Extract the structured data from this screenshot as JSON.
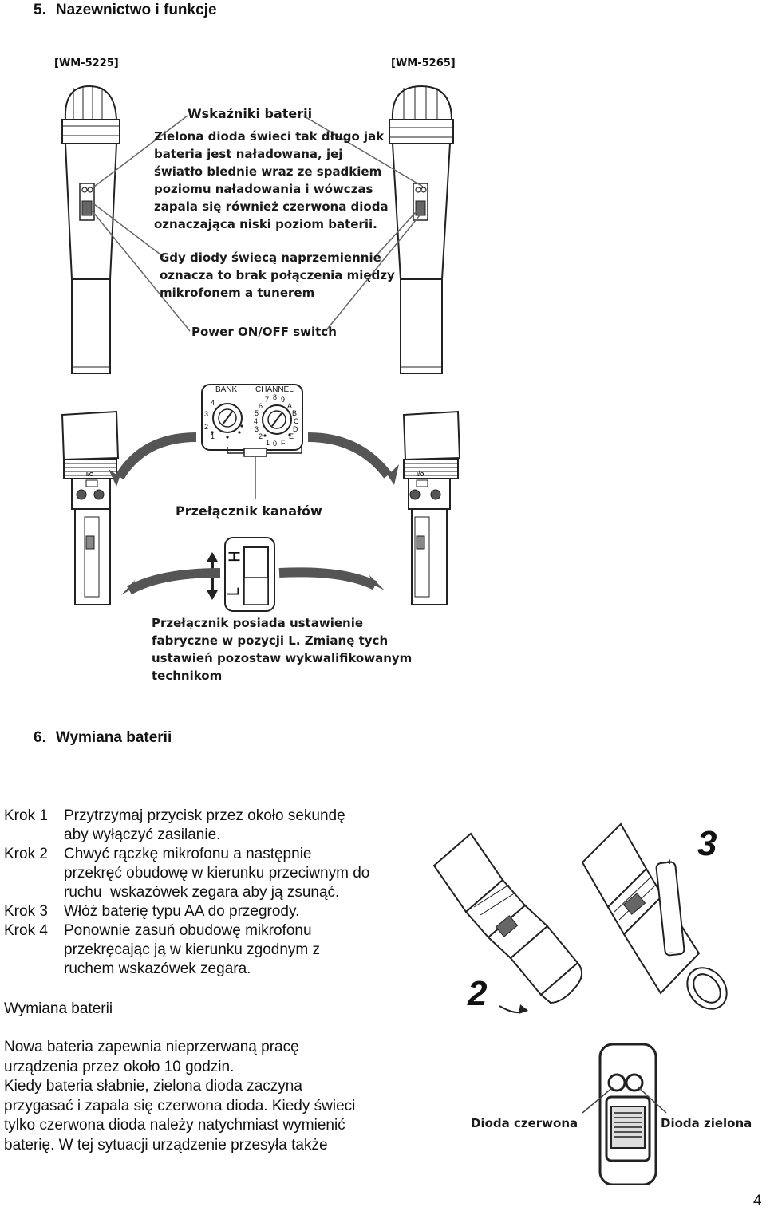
{
  "section5": {
    "number": "5.",
    "title": "Nazewnictwo i funkcje"
  },
  "figure1": {
    "model_left": "[WM-5225]",
    "model_right": "[WM-5265]",
    "battery_heading": "Wskaźniki baterii",
    "battery_lines": [
      "Zielona dioda świeci tak długo jak",
      "bateria jest naładowana, jej",
      "światło blednie wraz ze spadkiem",
      "poziomu naładowania i wówczas",
      "zapala się również czerwona dioda",
      "oznaczająca niski poziom baterii."
    ],
    "alternate_lines": [
      "Gdy diody świecą naprzemiennie",
      "oznacza to brak połączenia między",
      "mikrofonem a tunerem"
    ],
    "power_switch": "Power ON/OFF switch"
  },
  "figure2": {
    "bank_label": "BANK",
    "channel_label": "CHANNEL",
    "bank_digits": [
      "4",
      "3",
      "2",
      "1"
    ],
    "channel_digits": [
      "7",
      "8",
      "9",
      "6",
      "A",
      "5",
      "B",
      "4",
      "C",
      "3",
      "D",
      "2",
      "E",
      "1",
      "0",
      "F"
    ],
    "switch_label": "Przełącznik kanałów",
    "hl_letters": [
      "H",
      "L"
    ],
    "mini_label": "I/O",
    "note_lines": [
      "Przełącznik posiada ustawienie",
      "fabryczne w pozycji L. Zmianę tych",
      "ustawień pozostaw wykwalifikowanym",
      "technikom"
    ]
  },
  "section6": {
    "number": "6.",
    "title": "Wymiana baterii"
  },
  "steps": [
    {
      "label": "Krok 1",
      "lines": [
        "Przytrzymaj przycisk przez około sekundę",
        "aby wyłączyć zasilanie."
      ]
    },
    {
      "label": "Krok 2",
      "lines": [
        "Chwyć rączkę mikrofonu a następnie",
        "przekręć obudowę w kierunku przeciwnym do",
        "ruchu  wskazówek zegara aby ją zsunąć."
      ]
    },
    {
      "label": "Krok 3",
      "lines": [
        "Włóż baterię typu AA do przegrody."
      ]
    },
    {
      "label": "Krok 4",
      "lines": [
        "Ponownie zasuń obudowę mikrofonu",
        "przekręcając ją w kierunku zgodnym z",
        "ruchem wskazówek zegara."
      ]
    }
  ],
  "battery_section": {
    "heading": "Wymiana baterii",
    "lines": [
      "Nowa bateria zapewnia nieprzerwaną pracę",
      "urządzenia przez około 10 godzin.",
      "Kiedy bateria słabnie, zielona dioda zaczyna",
      "przygasać i zapala się czerwona dioda. Kiedy świeci",
      "tylko czerwona dioda należy natychmiast wymienić",
      "baterię. W tej sytuacji urządzenie przesyła także"
    ]
  },
  "figure3": {
    "step2": "2",
    "step3": "3",
    "plus": "+",
    "minus": "−"
  },
  "figure4": {
    "red_label": "Dioda czerwona",
    "green_label": "Dioda zielona"
  },
  "page_number": "4"
}
